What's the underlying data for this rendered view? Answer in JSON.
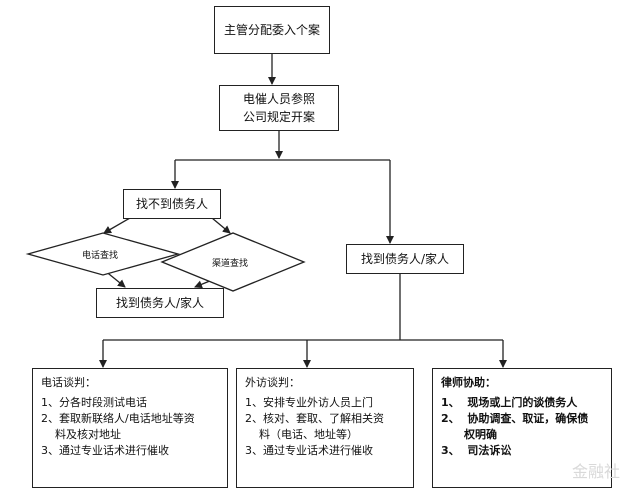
{
  "nodes": {
    "assign": "主管分配委入个案",
    "collector_line1": "电催人员参照",
    "collector_line2": "公司规定开案",
    "not_found": "找不到债务人",
    "phone_check": "电话查找",
    "channel_check": "渠道查找",
    "found_left": "找到债务人/家人",
    "found_right": "找到债务人/家人"
  },
  "panels": {
    "phone": {
      "title": "电话谈判：",
      "items": [
        "1、分各时段测试电话",
        "2、套取新联络人/电话地址等资",
        "    料及核对地址",
        "3、通过专业话术进行催收"
      ]
    },
    "visit": {
      "title": "外访谈判：",
      "items": [
        "1、安排专业外访人员上门",
        "2、核对、套取、了解相关资",
        "    料（电话、地址等）",
        "3、通过专业话术进行催收"
      ]
    },
    "lawyer": {
      "title": "律师协助：",
      "items": [
        "1、  现场或上门的谈债务人",
        "2、  协助调查、取证，确保债",
        "      权明确",
        "3、  司法诉讼"
      ]
    }
  },
  "watermark": "金融社"
}
